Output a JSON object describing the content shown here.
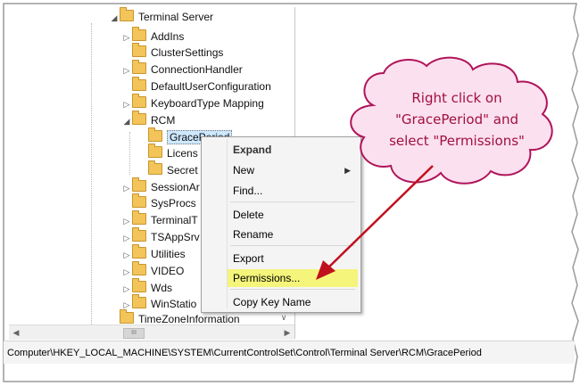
{
  "tree": {
    "items": [
      {
        "label": "Terminal Server",
        "expander": "◢"
      },
      {
        "label": "AddIns",
        "expander": "▷"
      },
      {
        "label": "ClusterSettings",
        "expander": ""
      },
      {
        "label": "ConnectionHandler",
        "expander": "▷"
      },
      {
        "label": "DefaultUserConfiguration",
        "expander": ""
      },
      {
        "label": "KeyboardType Mapping",
        "expander": "▷"
      },
      {
        "label": "RCM",
        "expander": "◢"
      },
      {
        "label": "GracePeriod",
        "expander": ""
      },
      {
        "label": "Licens",
        "expander": ""
      },
      {
        "label": "Secret",
        "expander": ""
      },
      {
        "label": "SessionAr",
        "expander": "▷"
      },
      {
        "label": "SysProcs",
        "expander": ""
      },
      {
        "label": "TerminalT",
        "expander": "▷"
      },
      {
        "label": "TSAppSrv",
        "expander": "▷"
      },
      {
        "label": "Utilities",
        "expander": "▷"
      },
      {
        "label": "VIDEO",
        "expander": "▷"
      },
      {
        "label": "Wds",
        "expander": "▷"
      },
      {
        "label": "WinStatio",
        "expander": "▷"
      },
      {
        "label": "TimeZoneInformation",
        "expander": ""
      }
    ]
  },
  "context_menu": {
    "items": [
      {
        "label": "Expand",
        "kind": "header"
      },
      {
        "label": "New",
        "kind": "submenu",
        "arrow": "▶"
      },
      {
        "label": "Find...",
        "kind": "item"
      },
      {
        "label": "Delete",
        "kind": "item"
      },
      {
        "label": "Rename",
        "kind": "item"
      },
      {
        "label": "Export",
        "kind": "item"
      },
      {
        "label": "Permissions...",
        "kind": "item",
        "highlighted": true
      },
      {
        "label": "Copy Key Name",
        "kind": "item"
      }
    ]
  },
  "statusbar": {
    "path": "Computer\\HKEY_LOCAL_MACHINE\\SYSTEM\\CurrentControlSet\\Control\\Terminal Server\\RCM\\GracePeriod"
  },
  "callout": {
    "line1": "Right click on",
    "line2": "\"GracePeriod\" and",
    "line3": "select \"Permissions\""
  },
  "scroll": {
    "left": "◀",
    "right": "▶",
    "thumb": "III",
    "down": "∨"
  },
  "colors": {
    "cloud_fill": "#fbe0ef",
    "cloud_stroke": "#b0145a",
    "callout_text": "#a0103e",
    "arrow": "#c0101e",
    "menu_highlight": "#f4f57a",
    "selection": "#cde8ff"
  }
}
